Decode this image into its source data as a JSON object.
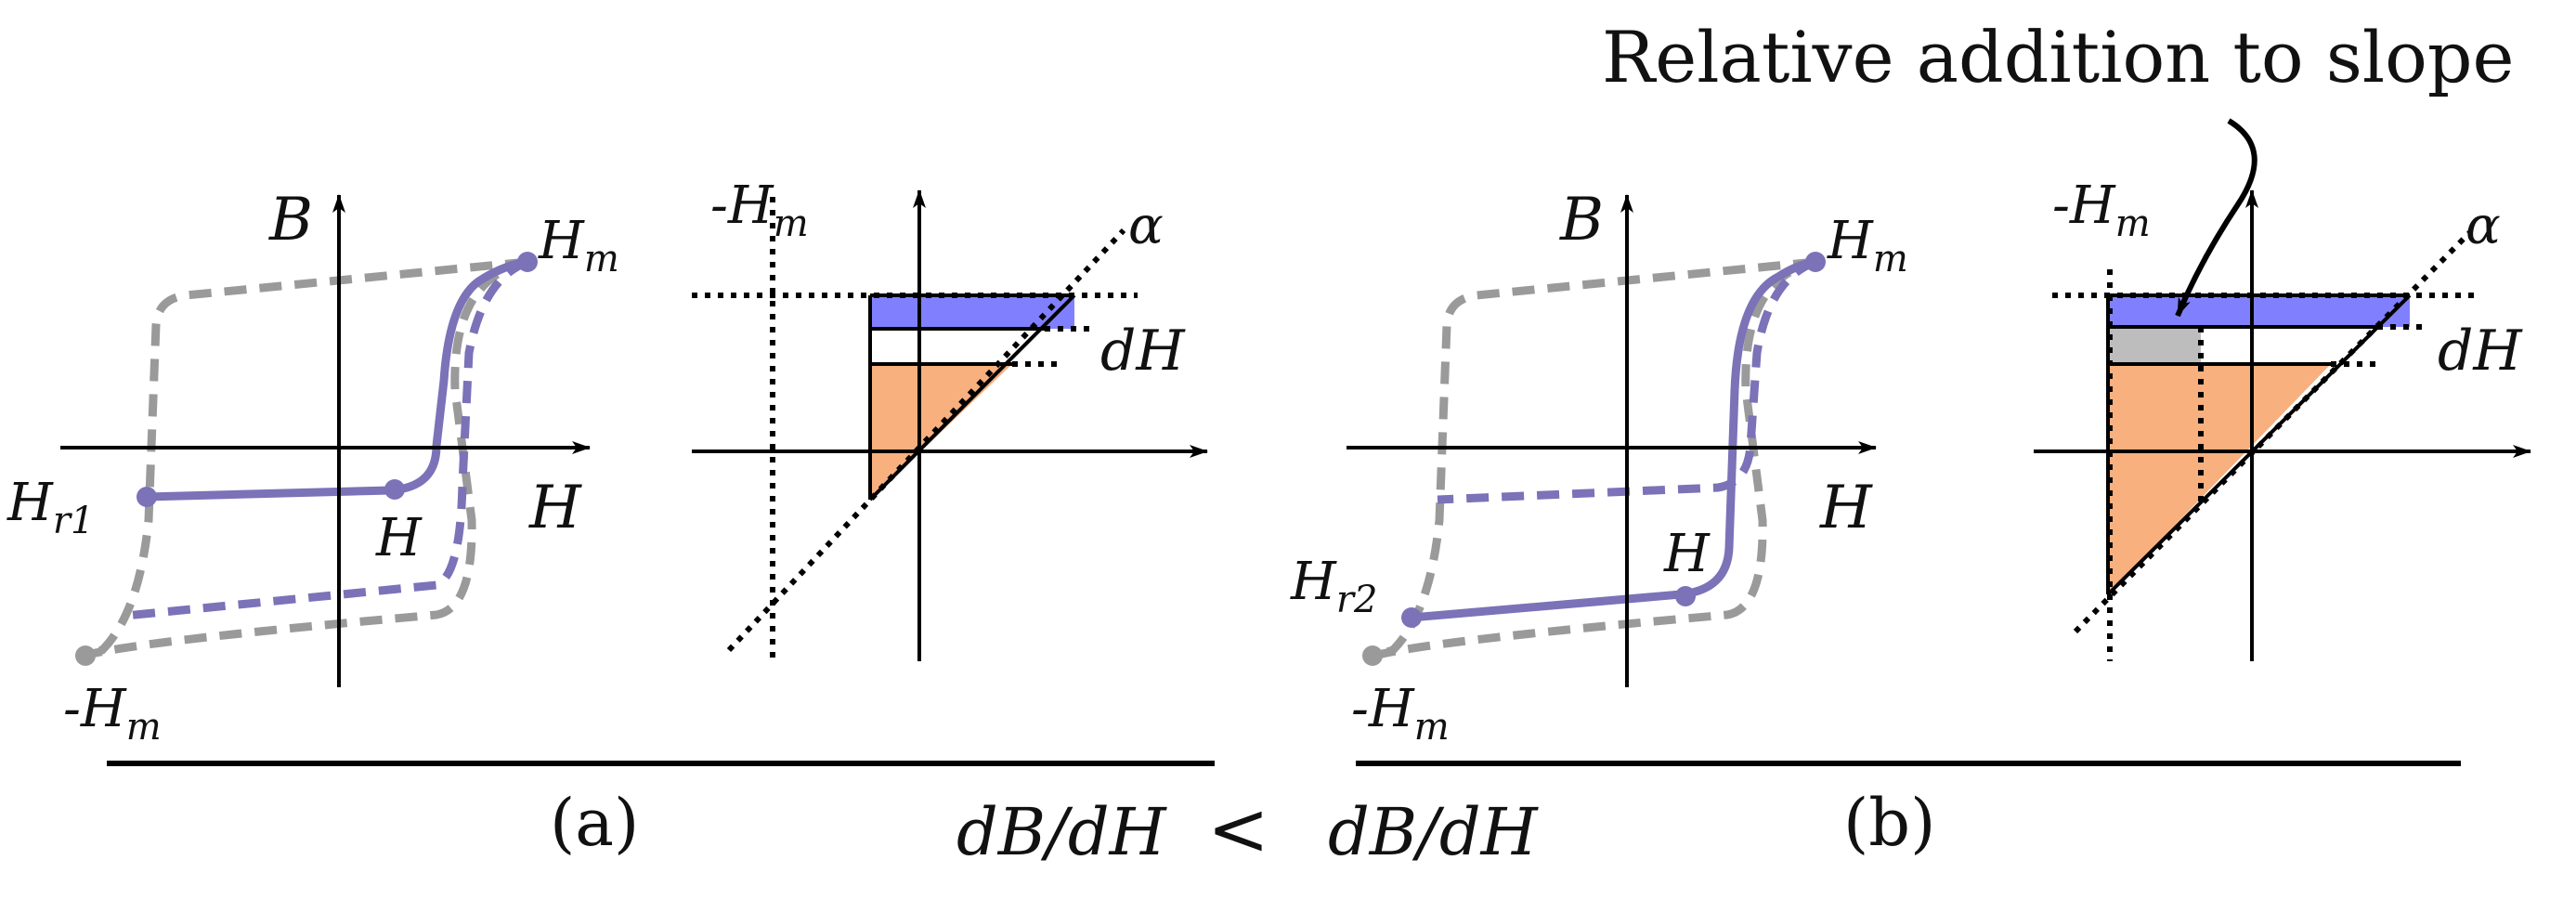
{
  "annotation": "Relative addition to slope",
  "colors": {
    "loop": "#7b72b8",
    "outer_loop": "#9a9a9a",
    "blue_fill": "#8080ff",
    "orange_fill": "#f8b07e",
    "gray_fill": "#bdbdbd",
    "axis": "#000000"
  },
  "panel_a": {
    "caption": "(a)",
    "axis_x": "H",
    "axis_y": "B",
    "point_hm": "H",
    "point_hm_sub": "m",
    "point_neg_hm": "-H",
    "point_neg_hm_sub": "m",
    "point_hr": "H",
    "point_hr_sub": "r1",
    "point_h": "H"
  },
  "preisach_a": {
    "neg_hm": "-H",
    "neg_hm_sub": "m",
    "alpha": "α",
    "dh": "dH"
  },
  "panel_b": {
    "caption": "(b)",
    "axis_x": "H",
    "axis_y": "B",
    "point_hm": "H",
    "point_hm_sub": "m",
    "point_neg_hm": "-H",
    "point_neg_hm_sub": "m",
    "point_hr": "H",
    "point_hr_sub": "r2",
    "point_h": "H"
  },
  "preisach_b": {
    "neg_hm": "-H",
    "neg_hm_sub": "m",
    "alpha": "α",
    "dh": "dH"
  },
  "comparison": {
    "left": "dB/dH",
    "sign": "<",
    "right": "dB/dH"
  }
}
